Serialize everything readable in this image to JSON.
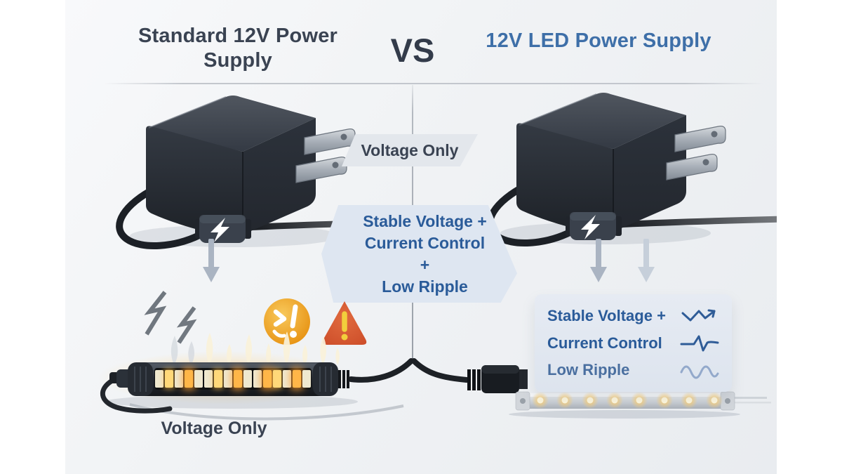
{
  "header": {
    "left_title": "Standard 12V Power Supply",
    "vs_label": "VS",
    "right_title": "12V LED Power Supply"
  },
  "center": {
    "voltage_only_tag": "Voltage Only",
    "driver_tag": {
      "line1": "Stable Voltage +",
      "line2": "Current Control",
      "line3": "+",
      "line4": "Low Ripple"
    }
  },
  "left_panel": {
    "caption": "Voltage Only",
    "icons": [
      "zigzag-noise-icon",
      "alert-circle-icon",
      "warning-triangle-icon",
      "flame-icons",
      "lightning-bolt-icon",
      "down-arrow-icon"
    ],
    "strip_segments": [
      "dim",
      "warm",
      "dim",
      "hot",
      "dim",
      "dim",
      "warm",
      "dim",
      "hot",
      "dim",
      "dim",
      "hot",
      "warm",
      "dim",
      "hot",
      "dim"
    ]
  },
  "right_panel": {
    "features": [
      {
        "label": "Stable Voltage +",
        "icon": "spike-wave-icon"
      },
      {
        "label": "Current Control",
        "icon": "pulse-wave-icon"
      },
      {
        "label": "Low Ripple",
        "icon": "sine-wave-icon"
      }
    ],
    "led_count": 8,
    "icons": [
      "lightning-bolt-icon",
      "down-arrow-icon"
    ]
  },
  "colors": {
    "title_dark": "#3a4352",
    "title_blue": "#3e6fa8",
    "tag_text_blue": "#2a5b99",
    "tag_gray_bg": "#e3e7ec",
    "tag_blue_bg": "#dee6f1",
    "warning_amber": "#eda21c",
    "warning_red": "#d4532d",
    "led_warm": "#ffc966",
    "arrow_gray": "#aab4c2"
  }
}
